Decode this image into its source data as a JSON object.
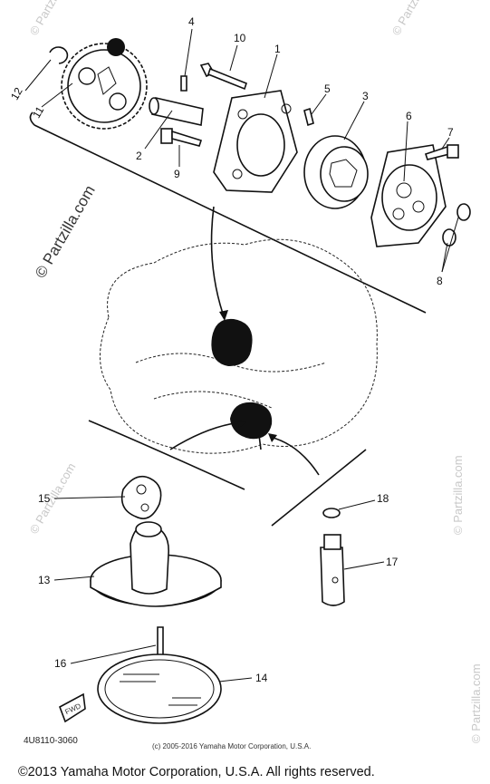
{
  "diagram": {
    "callouts": [
      {
        "id": "c1",
        "label": "1"
      },
      {
        "id": "c2",
        "label": "2"
      },
      {
        "id": "c3",
        "label": "3"
      },
      {
        "id": "c4",
        "label": "4"
      },
      {
        "id": "c5",
        "label": "5"
      },
      {
        "id": "c6",
        "label": "6"
      },
      {
        "id": "c7",
        "label": "7"
      },
      {
        "id": "c8",
        "label": "8"
      },
      {
        "id": "c9",
        "label": "9"
      },
      {
        "id": "c10",
        "label": "10"
      },
      {
        "id": "c11",
        "label": "11"
      },
      {
        "id": "c12",
        "label": "12"
      },
      {
        "id": "c13",
        "label": "13"
      },
      {
        "id": "c14",
        "label": "14"
      },
      {
        "id": "c15",
        "label": "15"
      },
      {
        "id": "c16",
        "label": "16"
      },
      {
        "id": "c17",
        "label": "17"
      },
      {
        "id": "c18",
        "label": "18"
      }
    ],
    "watermark": "© Partzilla.com",
    "front_marker": "FWD",
    "diagram_code": "4U8110-3060",
    "small_copyright": "(c) 2005-2016 Yamaha Motor Corporation, U.S.A.",
    "footer_copyright": "©2013 Yamaha Motor Corporation, U.S.A. All rights reserved."
  }
}
